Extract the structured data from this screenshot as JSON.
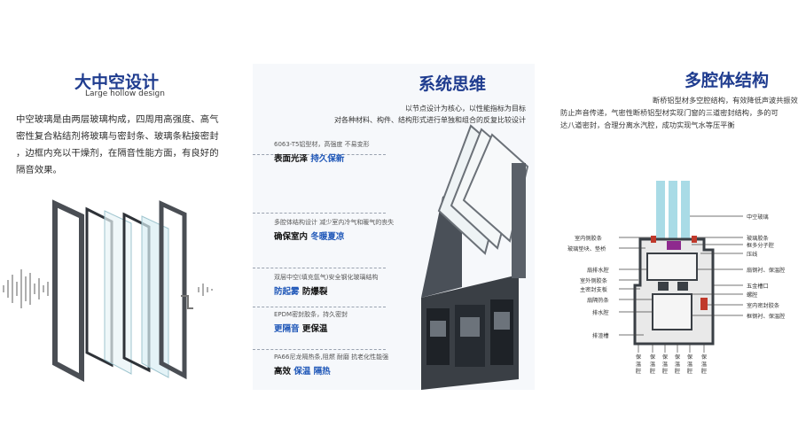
{
  "panel1": {
    "title": "大中空设计",
    "subtitle": "Large hollow design",
    "body_lines": [
      "中空玻璃是由两层玻璃构成，四周用高强度、高气",
      "密性复合粘结剂将玻璃与密封条、玻璃条粘接密封",
      "，边框内充以干燥剂，在隔音性能方面，有良好的",
      "隔音效果。"
    ]
  },
  "panel2": {
    "title": "系统思维",
    "subtitle_lines": [
      "以节点设计为核心，以性能指标为目标",
      "对各种材料、构件、结构形式进行单独和组合的反复比较设计"
    ],
    "callouts": [
      {
        "caption": "6063-T5铝型材，高强度 不易变形",
        "hl_plain": "表面光泽 ",
        "hl_blue": "持久保新"
      },
      {
        "caption": "多腔体结构设计 减少室内冷气和暖气的丧失",
        "hl_plain": "确保室内 ",
        "hl_blue": "冬暖夏凉"
      },
      {
        "caption": "双层中空(填充氩气)安全钢化玻璃结构",
        "hl_plain": "",
        "hl_blue": "防起雾",
        "hl_tail": "  防爆裂"
      },
      {
        "caption": "EPDM密封胶条，持久密封",
        "hl_plain": "",
        "hl_blue": "更隔音",
        "hl_tail": "  更保温"
      },
      {
        "caption": "PA66尼龙隔热条,阻燃 耐磨 抗老化性能强",
        "hl_plain": "高效 ",
        "hl_blue": "保温 隔热"
      }
    ]
  },
  "panel3": {
    "title": "多腔体结构",
    "body_lines": [
      "断桥铝型材多空腔结构，有效降低声波共振效应",
      "防止声音传递，气密性断桥铝型材实现门窗的三道密封结构，多的可",
      "达八道密封，合理分离水汽腔，成功实现气水等压平衡"
    ],
    "left_labels": [
      "室内侧胶条",
      "玻璃垫块、垫桥",
      "扇排水腔",
      "室外侧胶条",
      "主密封支板",
      "扇隔热条",
      "排水腔",
      "排渣槽"
    ],
    "right_labels": [
      "中空玻璃",
      "玻璃胶条",
      "框多分子腔",
      "压线",
      "扇钢衬、保温腔",
      "五金槽口",
      "螺腔",
      "室内密封胶条",
      "框钢衬、保温腔"
    ],
    "bottom_labels": [
      "保温腔",
      "保温腔",
      "保温腔",
      "保温腔",
      "保温腔",
      "保温腔"
    ]
  },
  "colors": {
    "title": "#1f3c8f",
    "highlight": "#1f57b8",
    "profile": "#3a3f45",
    "gasket": "#c0392b",
    "glass": "#a9dbe6"
  }
}
